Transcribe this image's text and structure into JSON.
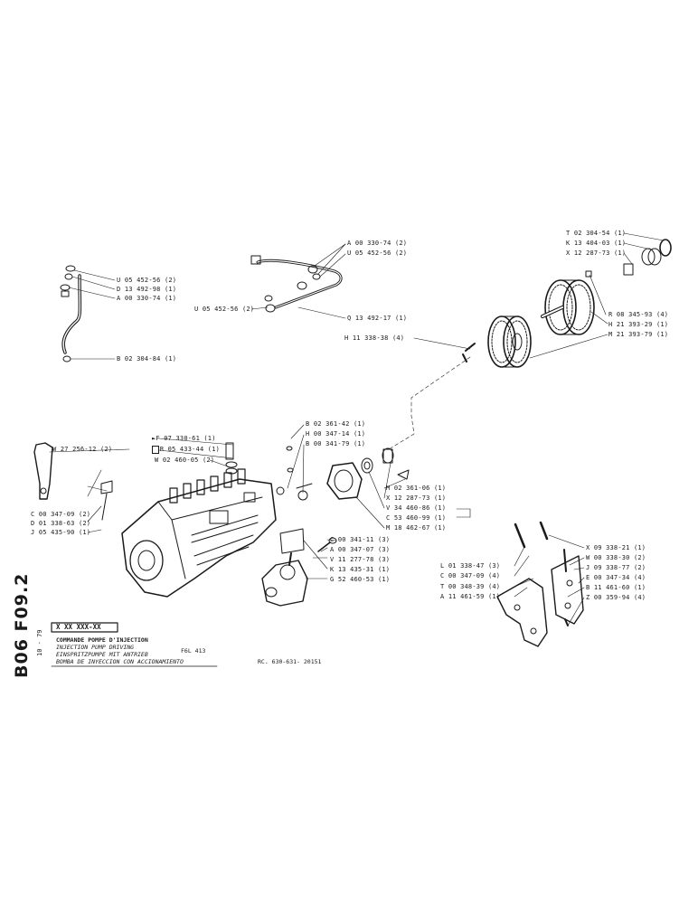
{
  "sheet": {
    "code": "B06 F09.2",
    "date": "10 - 79"
  },
  "title_block": {
    "part_code": "X  XX  XXX-XX",
    "title_fr": "COMMANDE POMPE D'INJECTION",
    "title_en": "INJECTION PUMP DRIVING",
    "title_de": "EINSPRITZPUMPE MIT ANTRIEB",
    "title_es": "BOMBA DE INYECCION CON ACCIONAMIENTO",
    "model": "F6L 413",
    "reference": "RC. 630-631- 20151"
  },
  "callouts": {
    "pipe_left": [
      "U 05 452-56 (2)",
      "D 13 492-98 (1)",
      "A 00 330-74 (1)",
      "B 02 304-84 (1)"
    ],
    "pipe_top_right": [
      "A 00 330-74 (2)",
      "U 05 452-56 (2)"
    ],
    "pipe_top_left_single": "U 05 452-56 (2)",
    "pipe_top_bottom": "Q 13 492-17 (1)",
    "gear_top": [
      "T 02 304-54 (1)",
      "K 13 404-03 (1)",
      "X 12 287-73 (1)"
    ],
    "gear_right": [
      "R 08 345-93 (4)",
      "H 21 393-29 (1)",
      "M 21 393-79 (1)"
    ],
    "gear_bolt": "H 11 338-38 (4)",
    "pump_top": [
      "F 07 330-61 (1)",
      "R 05 433-44 (1)",
      "W 02 460-05 (2)"
    ],
    "bracket": "W 27 256-12 (2)",
    "pump_left": [
      "C 00 347-09 (2)",
      "D 01 338-63 (2)",
      "J 05 435-90 (1)"
    ],
    "center_top": [
      "B 02 361-42 (1)",
      "H 00 347-14 (1)",
      "B 00 341-79 (1)"
    ],
    "center_right": [
      "M 02 361-06 (1)",
      "X 12 287-73 (1)",
      "V 34 460-86 (1)",
      "C 53 460-99 (1)",
      "M 18 462-67 (1)"
    ],
    "drive_bottom": [
      "C 00 341-11 (3)",
      "A 00 347-07 (3)",
      "V 11 277-78 (3)",
      "K 13 435-31 (1)",
      "G 52 460-53 (1)"
    ],
    "support_left": [
      "L 01 338-47 (3)",
      "C 00 347-09 (4)",
      "T 00 348-39 (4)",
      "A 11 461-59 (1)"
    ],
    "support_right": [
      "X 09 338-21 (1)",
      "W 00 338-30 (2)",
      "J 09 338-77 (2)",
      "E 00 347-34 (4)",
      "B 11 461-60 (1)",
      "Z 00 359-94 (4)"
    ]
  }
}
